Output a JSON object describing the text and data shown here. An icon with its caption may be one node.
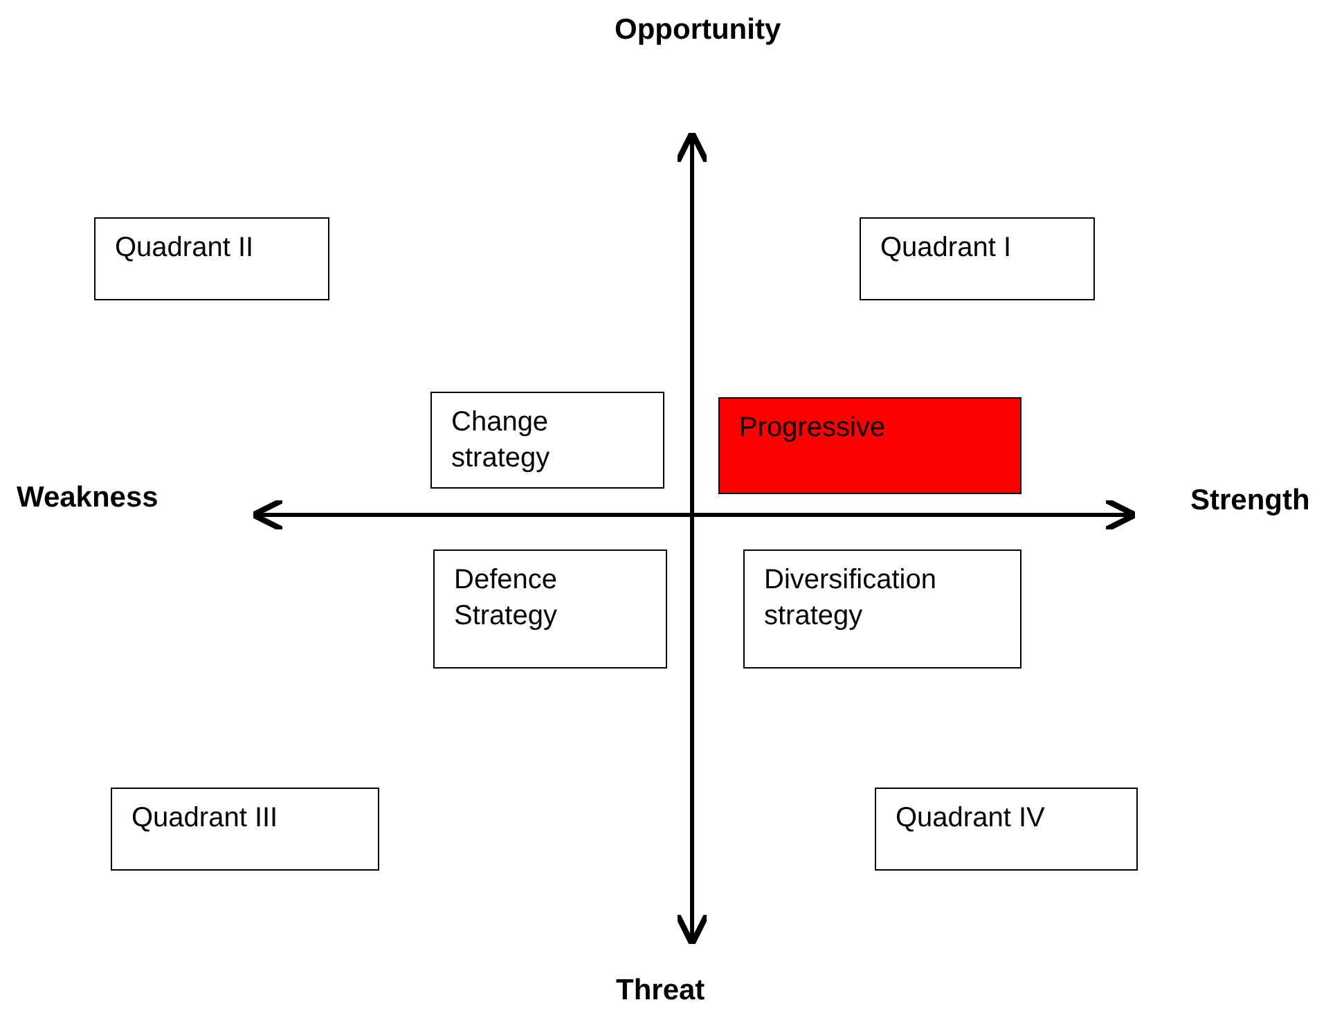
{
  "diagram": {
    "nodes": [
      {
        "text": [
          "Quadrant II"
        ]
      },
      {
        "text": [
          "Quadrant I"
        ]
      },
      {
        "text": [
          "Change strategy"
        ]
      },
      {
        "text": [
          "Progressive"
        ]
      },
      {
        "text": [
          "Defence Strategy"
        ]
      },
      {
        "text": [
          "Diversification strategy"
        ]
      },
      {
        "text": [
          "Quadrant III"
        ]
      },
      {
        "text": [
          "Quadrant IV"
        ]
      }
    ],
    "edges": [],
    "labels": [
      "Opportunity",
      "Weakness",
      "Strength",
      "Threat"
    ]
  }
}
